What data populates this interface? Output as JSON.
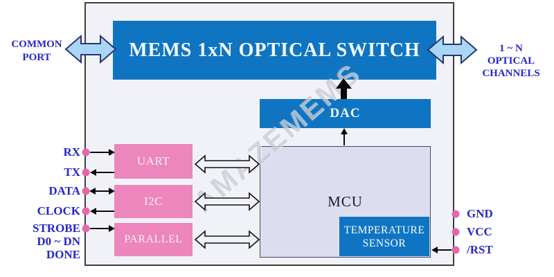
{
  "watermark": "AMAZEMEMS",
  "blocks": {
    "optical_switch": "MEMS 1xN OPTICAL SWITCH",
    "dac": "DAC",
    "mcu": "MCU",
    "temp_sensor": {
      "line1": "TEMPERATURE",
      "line2": "SENSOR"
    },
    "interfaces": [
      "UART",
      "I2C",
      "PARALLEL"
    ]
  },
  "ports": {
    "common": {
      "line1": "COMMON",
      "line2": "PORT"
    },
    "channels": {
      "line1": "1 ~ N",
      "line2": "OPTICAL",
      "line3": "CHANNELS"
    }
  },
  "left_pins": [
    {
      "label": "RX",
      "arrow": "in"
    },
    {
      "label": "TX",
      "arrow": "out"
    },
    {
      "label": "DATA",
      "arrow": "bidirectional"
    },
    {
      "label": "CLOCK",
      "arrow": "out"
    },
    {
      "label": "STROBE",
      "arrow": "in"
    },
    {
      "label": "D0 ~ DN",
      "arrow": "none"
    },
    {
      "label": "DONE",
      "arrow": "none"
    }
  ],
  "right_pins": [
    {
      "label": "GND",
      "arrow": "none"
    },
    {
      "label": "VCC",
      "arrow": "none"
    },
    {
      "label": "/RST",
      "arrow": "in"
    }
  ],
  "colors": {
    "block_blue": "#0f75c3",
    "interface_pink": "#ec86bc",
    "mcu_fill": "#dcddef",
    "port_arrow_fill": "#a9d6f6",
    "port_arrow_border": "#27356e",
    "label_blue": "#2626c9",
    "pin_dot": "#e667a8",
    "diagram_bg": "#f1f2f8",
    "boundary_border": "#3d3d3d"
  }
}
